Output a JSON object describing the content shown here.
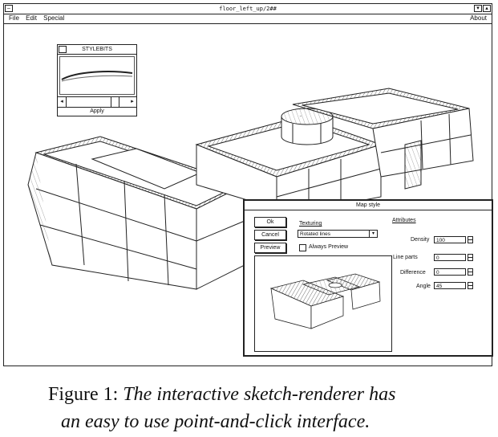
{
  "window": {
    "title": "floor_left_up/2##",
    "system_menu_icon": "dash-icon",
    "minimize_icon": "down-arrow-icon",
    "maximize_icon": "up-arrow-icon"
  },
  "menubar": {
    "items": [
      "File",
      "Edit",
      "Special"
    ],
    "about": "About"
  },
  "palette": {
    "title": "STYLEBITS",
    "scroll_left_icon": "left-arrow-icon",
    "scroll_right_icon": "right-arrow-icon",
    "apply_label": "Apply"
  },
  "dialog": {
    "title": "Map style",
    "ok_label": "Ok",
    "cancel_label": "Cancel",
    "preview_label": "Preview",
    "texturing_label": "Texturing",
    "texturing_value": "Rotated lines",
    "always_preview_label": "Always Preview",
    "attributes_label": "Attributes",
    "fields": [
      {
        "label": "Density",
        "value": "100"
      },
      {
        "label": "Line parts",
        "value": "0"
      },
      {
        "label": "Difference",
        "value": "0"
      },
      {
        "label": "Angle",
        "value": "45"
      }
    ]
  },
  "caption": {
    "lead": "Figure 1:",
    "line1": "The interactive sketch-renderer has",
    "line2": "an easy to use point-and-click interface."
  }
}
